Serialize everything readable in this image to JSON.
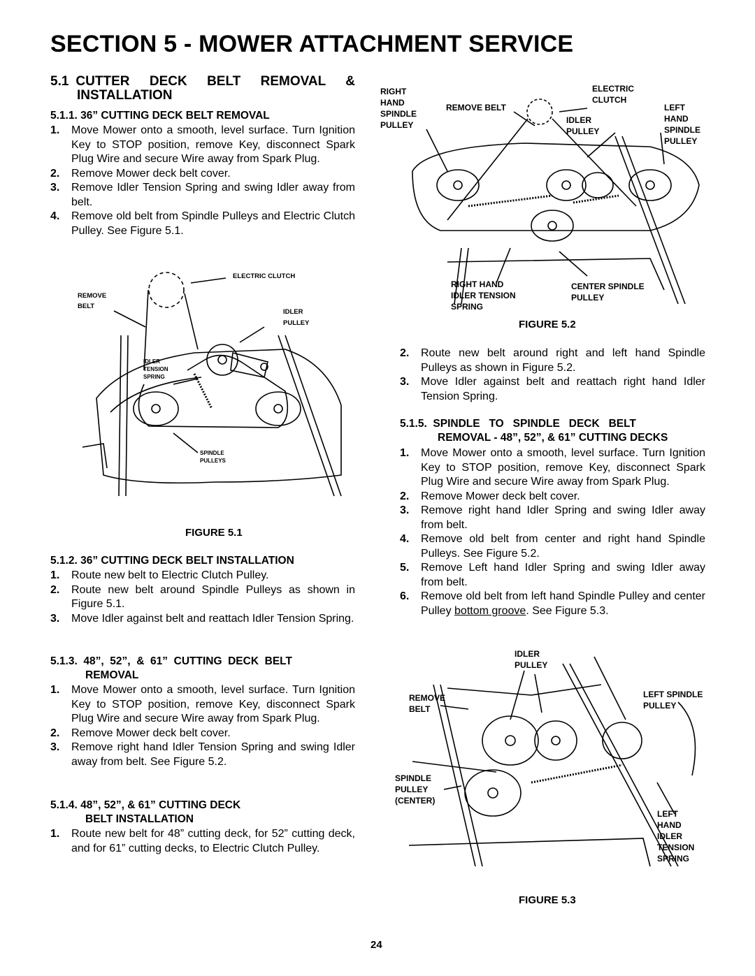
{
  "page_title": "SECTION 5 - MOWER ATTACHMENT SERVICE",
  "section_5_1": {
    "number": "5.1",
    "title_line1": "CUTTER DECK BELT REMOVAL &",
    "title_line2": "INSTALLATION"
  },
  "s511": {
    "heading": "5.1.1.  36” CUTTING DECK BELT REMOVAL",
    "steps": [
      {
        "n": "1.",
        "text": "Move Mower onto a smooth, level surface.  Turn Ignition Key to STOP position, remove Key, disconnect Spark Plug Wire and secure Wire away from Spark Plug."
      },
      {
        "n": "2.",
        "text": "Remove Mower deck belt cover."
      },
      {
        "n": "3.",
        "text": "Remove Idler Tension Spring and swing Idler away from belt."
      },
      {
        "n": "4.",
        "text": "Remove old belt from Spindle Pulleys and Electric Clutch Pulley.  See Figure 5.1."
      }
    ]
  },
  "figure_5_1": {
    "caption": "FIGURE 5.1",
    "labels": {
      "electric_clutch": "ELECTRIC CLUTCH",
      "remove": "REMOVE",
      "belt": "BELT",
      "idler": "IDLER",
      "pulley": "PULLEY",
      "idler_tension_spring": [
        "IDLER",
        "TENSION",
        "SPRING"
      ],
      "spindle_pulleys": [
        "SPINDLE",
        "PULLEYS"
      ]
    }
  },
  "s512": {
    "heading": "5.1.2.  36” CUTTING DECK BELT INSTALLATION",
    "steps": [
      {
        "n": "1.",
        "text": "Route new belt to Electric Clutch Pulley."
      },
      {
        "n": "2.",
        "text": "Route new belt around Spindle Pulleys as shown in Figure 5.1."
      },
      {
        "n": "3.",
        "text": "Move Idler against belt and reattach Idler Tension Spring."
      }
    ]
  },
  "s513": {
    "heading_line1": "5.1.3.  48”,  52”,  &  61”  CUTTING  DECK  BELT",
    "heading_line2": "REMOVAL",
    "steps": [
      {
        "n": "1.",
        "text": "Move Mower onto a smooth, level surface.  Turn Ignition Key to STOP position, remove Key, disconnect Spark Plug Wire and secure Wire away from Spark Plug."
      },
      {
        "n": "2.",
        "text": "Remove Mower deck belt cover."
      },
      {
        "n": "3.",
        "text": "Remove right hand Idler Tension Spring and swing Idler away from belt.  See Figure 5.2."
      }
    ]
  },
  "s514": {
    "heading_line1": "5.1.4.  48”, 52”, & 61” CUTTING DECK",
    "heading_line2": "BELT INSTALLATION",
    "steps": [
      {
        "n": "1.",
        "text": "Route new belt for 48” cutting deck, for 52” cutting deck, and for 61” cutting decks, to Electric Clutch Pulley."
      }
    ]
  },
  "figure_5_2": {
    "caption": "FIGURE 5.2",
    "labels": {
      "right_hand_spindle_pulley": [
        "RIGHT",
        "HAND",
        "SPINDLE",
        "PULLEY"
      ],
      "remove_belt": "REMOVE BELT",
      "electric_clutch": [
        "ELECTRIC",
        "CLUTCH"
      ],
      "idler_pulley": [
        "IDLER",
        "PULLEY"
      ],
      "left_hand_spindle_pulley": [
        "LEFT",
        "HAND",
        "SPINDLE",
        "PULLEY"
      ],
      "right_hand_idler_tension_spring": [
        "RIGHT HAND",
        "IDLER TENSION",
        "SPRING"
      ],
      "center_spindle_pulley": [
        "CENTER SPINDLE",
        "PULLEY"
      ]
    }
  },
  "s51x_cont": {
    "steps": [
      {
        "n": "2.",
        "text": "Route new belt around right and left hand Spindle Pulleys as shown in Figure 5.2."
      },
      {
        "n": "3.",
        "text": "Move Idler against belt and reattach right hand Idler Tension Spring."
      }
    ]
  },
  "s515": {
    "heading_line1": "5.1.5.  SPINDLE   TO   SPINDLE   DECK   BELT",
    "heading_line2": "REMOVAL - 48”, 52”, & 61” CUTTING DECKS",
    "steps": [
      {
        "n": "1.",
        "text": "Move Mower onto a smooth, level surface. Turn Ignition Key to STOP position, remove Key, disconnect Spark Plug Wire and secure Wire away from Spark Plug."
      },
      {
        "n": "2.",
        "text": "Remove Mower deck belt cover."
      },
      {
        "n": "3.",
        "text": "Remove right hand Idler Spring and swing Idler away from belt."
      },
      {
        "n": "4.",
        "text": "Remove old belt from center and right hand Spindle Pulleys.  See Figure 5.2."
      },
      {
        "n": "5.",
        "text": "Remove Left hand Idler Spring and swing Idler away from belt."
      }
    ],
    "step6": {
      "n": "6.",
      "pre": "Remove old belt from left hand Spindle Pulley and center Pulley ",
      "underlined": "bottom groove",
      "post": ".  See Figure 5.3."
    }
  },
  "figure_5_3": {
    "caption": "FIGURE 5.3",
    "labels": {
      "idler_pulley": [
        "IDLER",
        "PULLEY"
      ],
      "remove_belt": [
        "REMOVE",
        "BELT"
      ],
      "left_spindle_pulley": [
        "LEFT SPINDLE",
        "PULLEY"
      ],
      "spindle_pulley_center": [
        "SPINDLE",
        "PULLEY",
        "(CENTER)"
      ],
      "left_hand_idler_tension_spring": [
        "LEFT",
        "HAND",
        "IDLER",
        "TENSION",
        "SPRING"
      ]
    }
  },
  "page_number": "24"
}
